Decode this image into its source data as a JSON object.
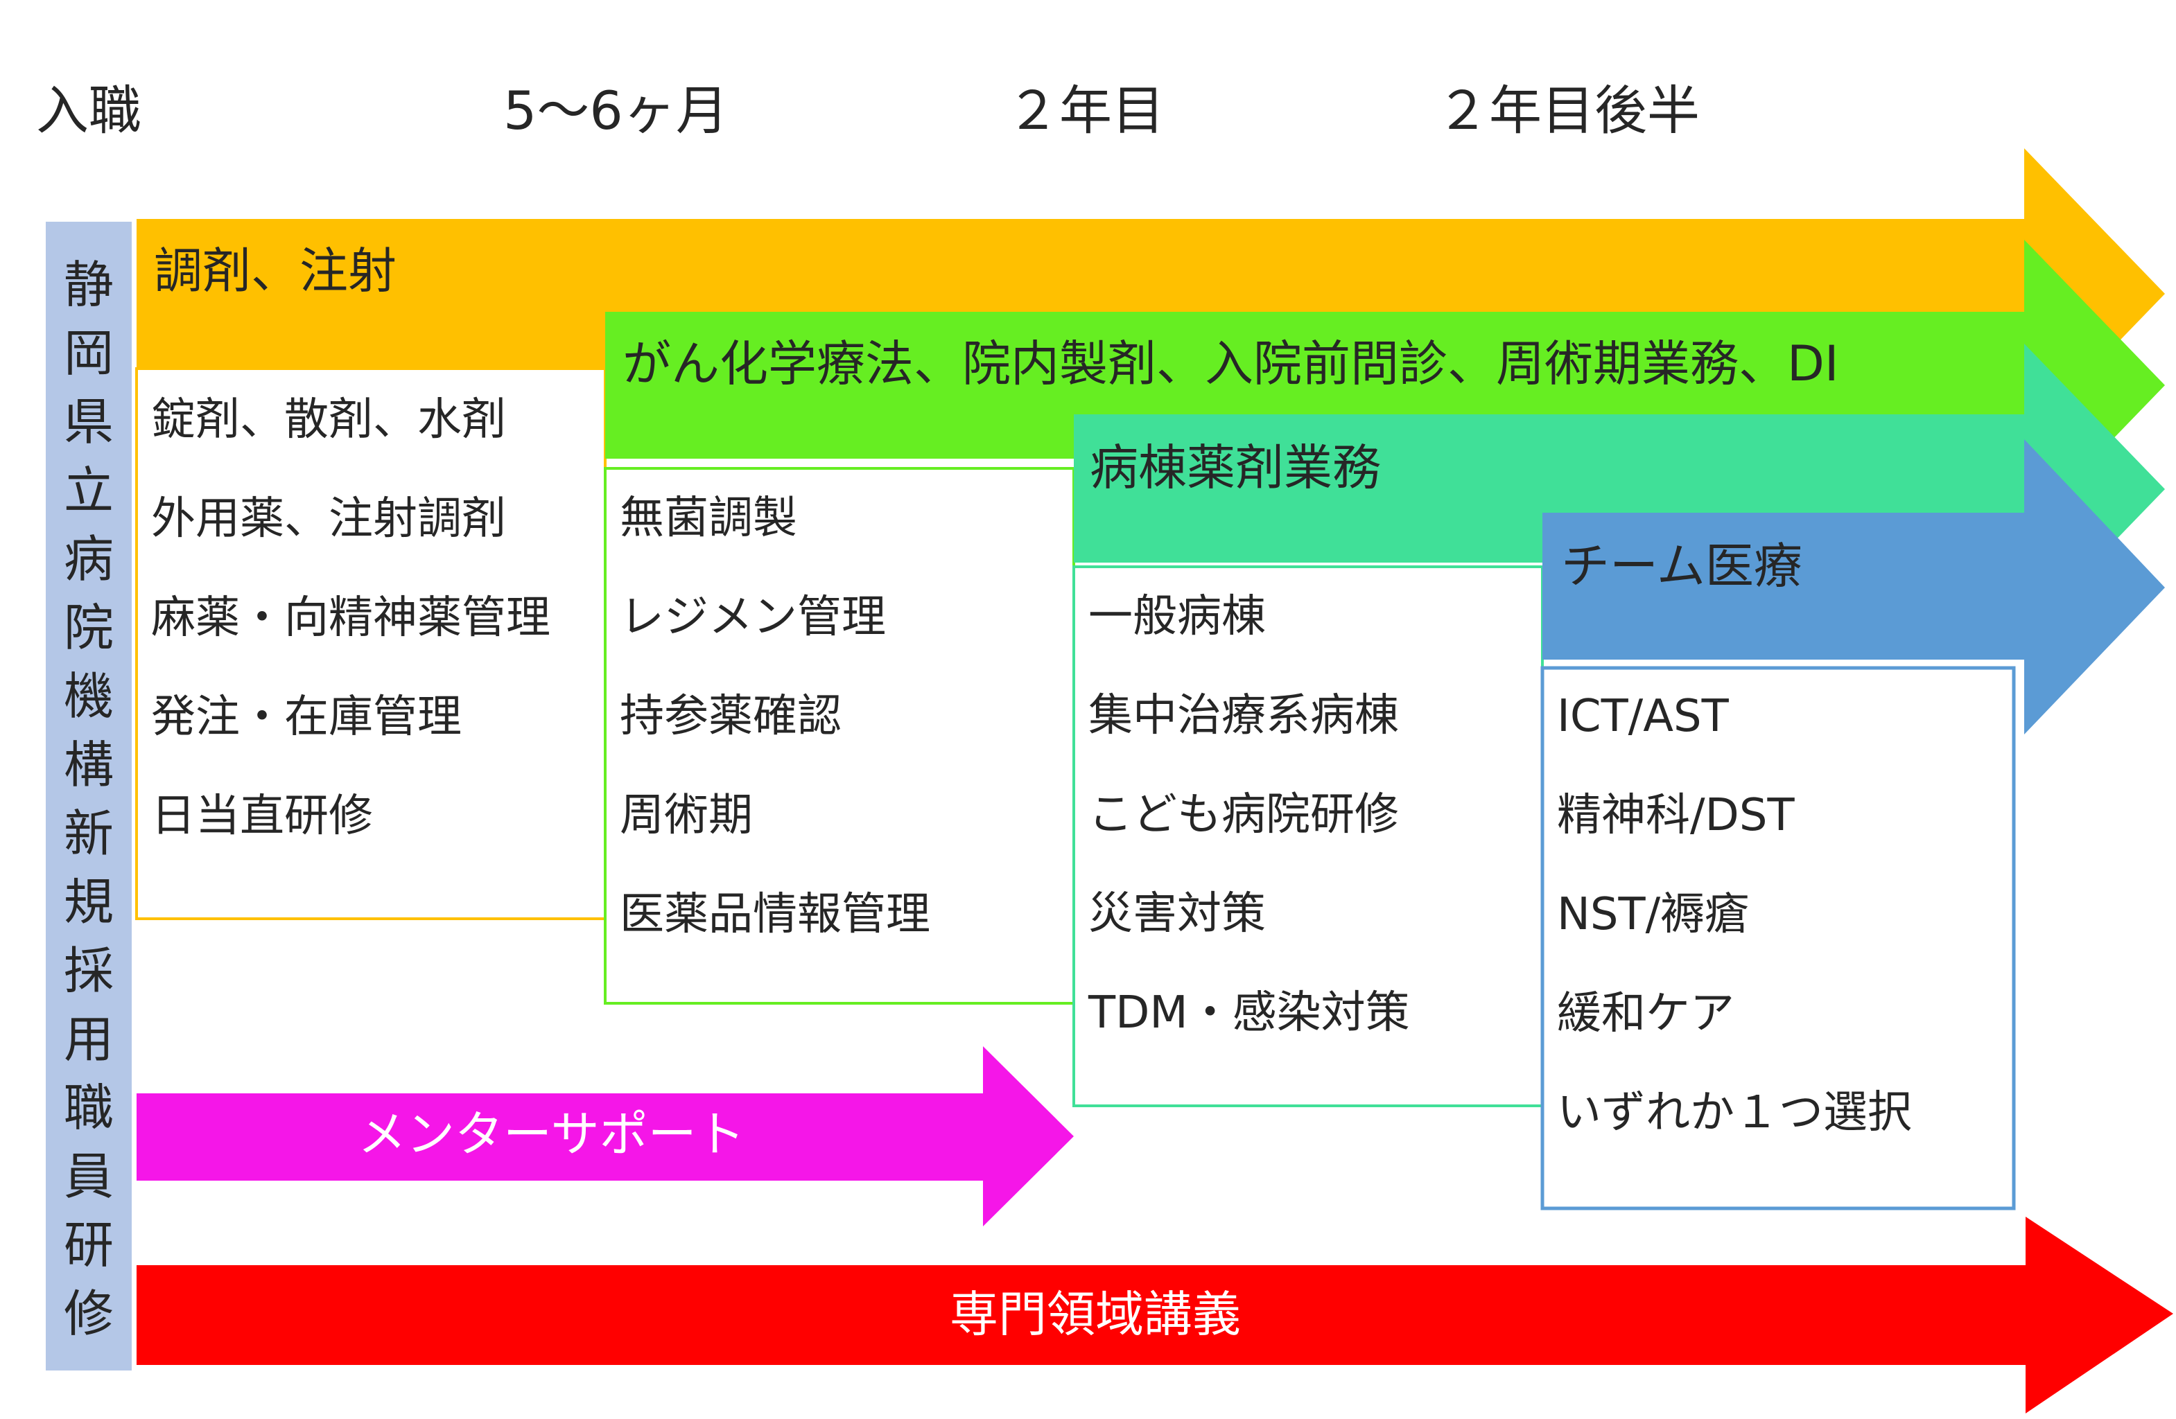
{
  "timeline": {
    "milestones": [
      {
        "id": "start",
        "label": "入職"
      },
      {
        "id": "m5_6",
        "label": "5〜6ヶ月"
      },
      {
        "id": "y2",
        "label": "２年目"
      },
      {
        "id": "y2_late",
        "label": "２年目後半"
      }
    ]
  },
  "side_label": "静岡県立病院機構新規採用職員研修",
  "colors": {
    "orange": "#FFC000",
    "green": "#66EE22",
    "teal": "#40E098",
    "blue": "#5B9BD5",
    "magenta": "#F516E8",
    "red": "#FF0000",
    "side": "#B4C7E7"
  },
  "arrows": {
    "dispensing": {
      "label": "調剤、注射",
      "items": [
        "錠剤、散剤、水剤",
        "外用薬、注射調剤",
        "麻薬・向精神薬管理",
        "発注・在庫管理",
        "日当直研修"
      ]
    },
    "chemo": {
      "label": "がん化学療法、院内製剤、入院前問診、周術期業務、DI",
      "items": [
        "無菌調製",
        "レジメン管理",
        "持参薬確認",
        "周術期",
        "医薬品情報管理"
      ]
    },
    "ward": {
      "label": "病棟薬剤業務",
      "items": [
        "一般病棟",
        "集中治療系病棟",
        "こども病院研修",
        "災害対策",
        "TDM・感染対策"
      ]
    },
    "team": {
      "label": "チーム医療",
      "items": [
        "ICT/AST",
        "精神科/DST",
        "NST/褥瘡",
        "緩和ケア",
        "いずれか１つ選択"
      ]
    },
    "mentor": {
      "label": "メンターサポート"
    },
    "lecture": {
      "label": "専門領域講義"
    }
  }
}
